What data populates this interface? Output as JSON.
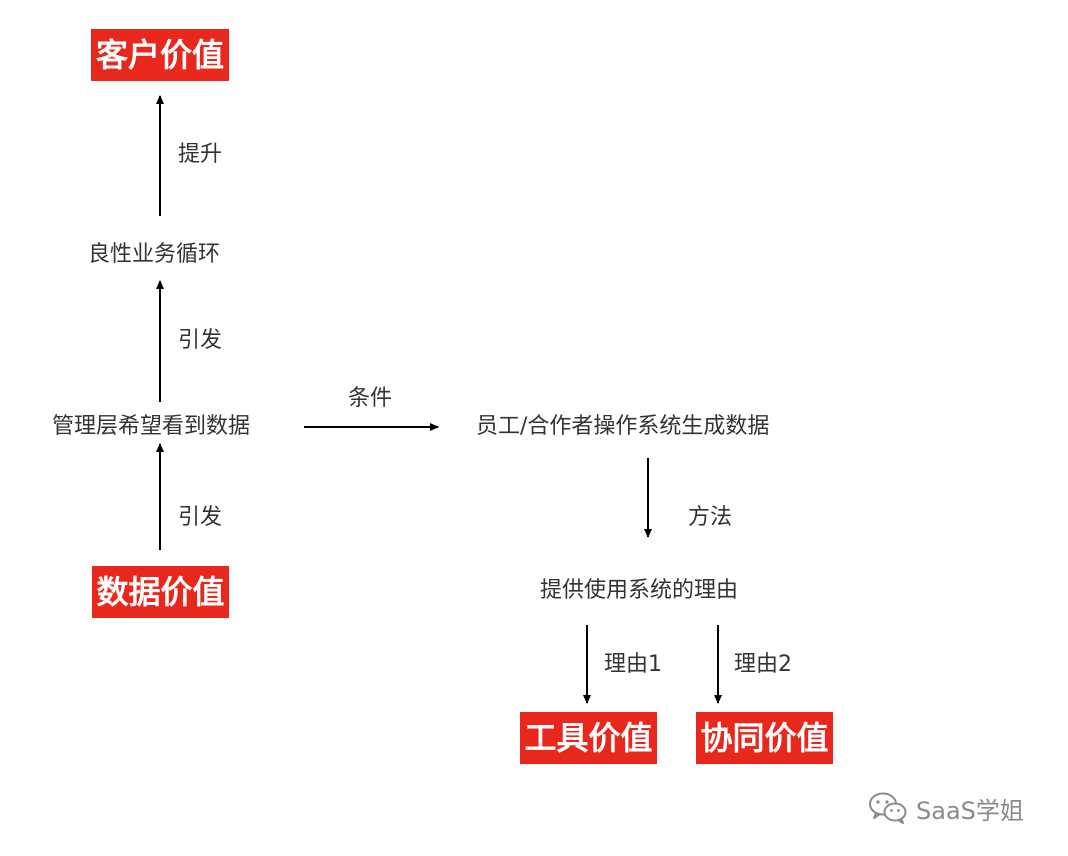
{
  "nodes": {
    "customer_value": "客户价值",
    "virtuous_cycle": "良性业务循环",
    "management_wants_data": "管理层希望看到数据",
    "staff_generate_data": "员工/合作者操作系统生成数据",
    "reason_to_use": "提供使用系统的理由",
    "data_value": "数据价值",
    "tool_value": "工具价值",
    "collab_value": "协同价值"
  },
  "edges": {
    "improve": "提升",
    "trigger_upper": "引发",
    "trigger_lower": "引发",
    "condition": "条件",
    "method": "方法",
    "reason1": "理由1",
    "reason2": "理由2"
  },
  "colors": {
    "value_box": "#e8281c",
    "text": "#333333",
    "arrow": "#000000"
  },
  "watermark": {
    "icon": "wechat-icon",
    "text": "SaaS学姐"
  }
}
